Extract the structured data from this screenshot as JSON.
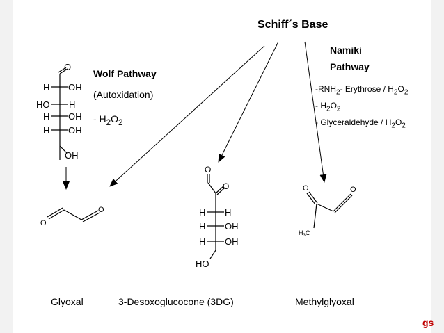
{
  "title": "Schiff´s Base",
  "wolf": {
    "title": "Wolf Pathway",
    "subtitle": "(Autoxidation)",
    "reagent_prefix": "- H",
    "reagent_sub2": "2",
    "reagent_o": "O",
    "reagent_sub2b": "2"
  },
  "namiki": {
    "title_line1": "Namiki",
    "title_line2": "Pathway",
    "reagent1_a": "-RNH",
    "reagent1_b": "2",
    "reagent1_c": "- Erythrose / H",
    "reagent1_d": "2",
    "reagent1_e": "O",
    "reagent1_f": "2",
    "reagent2_a": "- H",
    "reagent2_b": "2",
    "reagent2_c": "O",
    "reagent2_d": "2",
    "reagent3_a": "- Glyceraldehyde / H",
    "reagent3_b": "2",
    "reagent3_c": "O",
    "reagent3_d": "2"
  },
  "glucose_atoms": {
    "o_top": "O",
    "h_left1": "H",
    "oh_right1": "OH",
    "ho_left2": "HO",
    "h_right2": "H",
    "h_left3": "H",
    "oh_right3": "OH",
    "h_left4": "H",
    "oh_right4": "OH",
    "oh_bottom": "OH"
  },
  "dg_atoms": {
    "o_top": "O",
    "o_ketone": "O",
    "h_left1": "H",
    "h_right1": "H",
    "h_left2": "H",
    "oh_right2": "OH",
    "h_left3": "H",
    "oh_right3": "OH",
    "ho_bottom": "HO"
  },
  "mgo_atoms": {
    "o_left": "O",
    "o_right": "O",
    "methyl_h": "H",
    "methyl_3": "3",
    "methyl_c": "C"
  },
  "glyoxal_atoms": {
    "o_left": "O",
    "o_right": "O"
  },
  "products": {
    "glyoxal": "Glyoxal",
    "dg": "3-Desoxoglucocone (3DG)",
    "mgo": "Methylglyoxal"
  },
  "logo": "gs"
}
